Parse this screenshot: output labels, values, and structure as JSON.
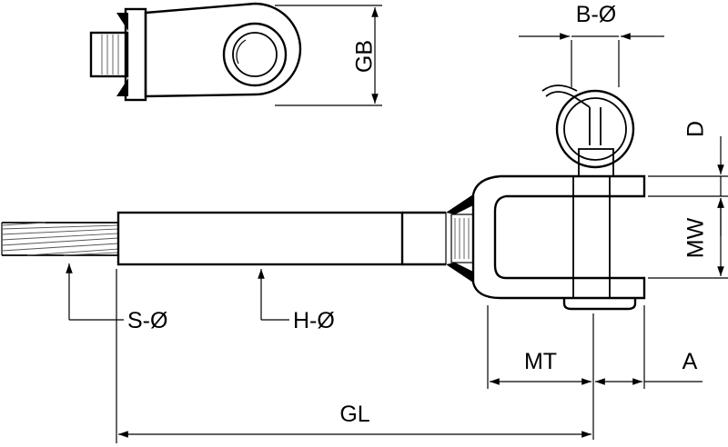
{
  "diagram": {
    "labels": {
      "b_dia": "B-Ø",
      "gb": "GB",
      "d": "D",
      "mw": "MW",
      "s_dia": "S-Ø",
      "h_dia": "H-Ø",
      "mt": "MT",
      "a": "A",
      "gl": "GL"
    },
    "colors": {
      "line": "#000000",
      "fill": "#ffffff",
      "shade": "#000000"
    }
  }
}
